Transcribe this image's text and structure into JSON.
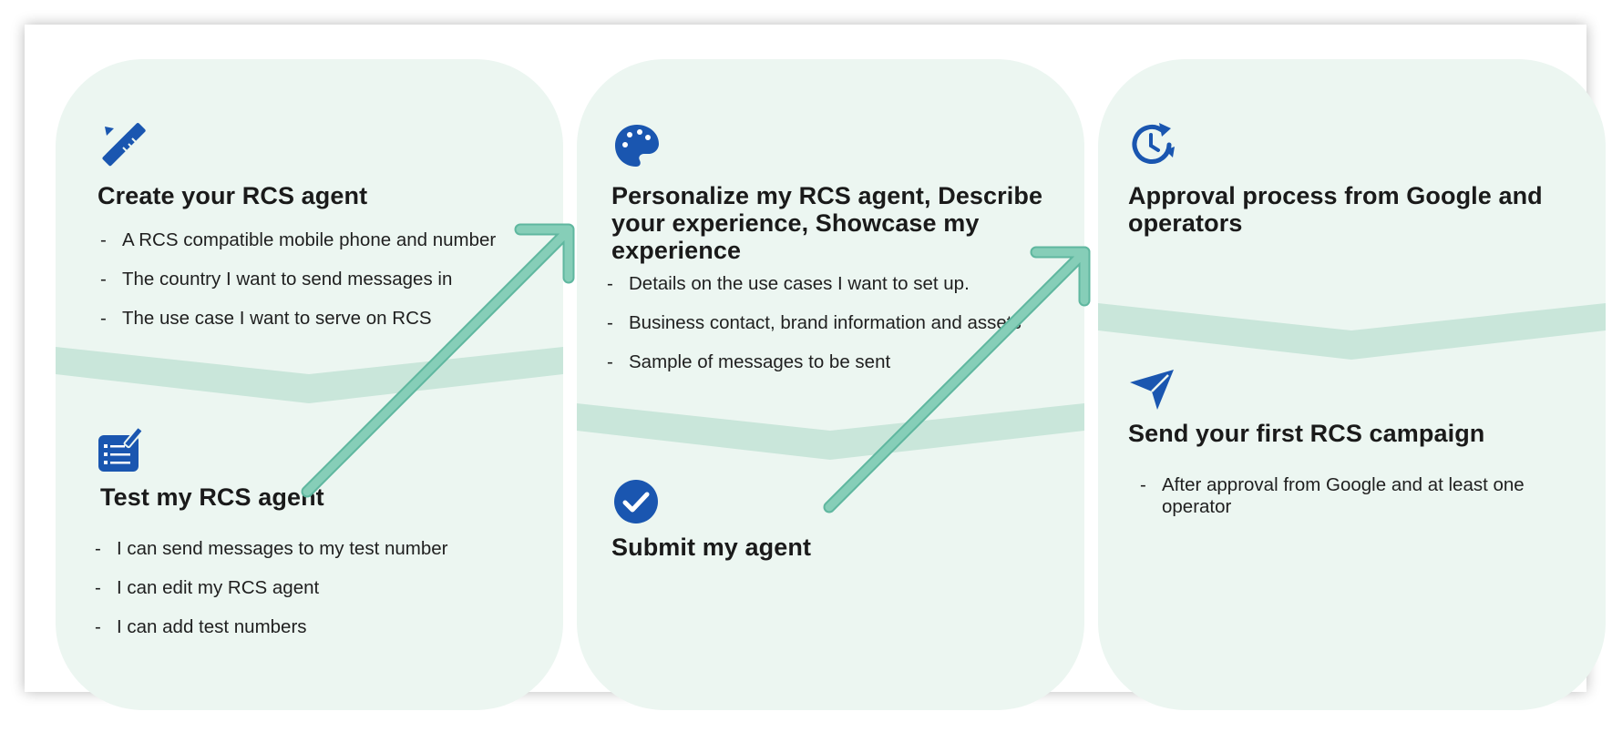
{
  "colors": {
    "panel": "#ecf6f1",
    "band": "#c9e6da",
    "icon": "#1a56b0",
    "arrow": "#86ceb8",
    "arrow_edge": "#5fb79f"
  },
  "steps": [
    {
      "icon": "ruler-pencil-icon",
      "title": "Create your RCS agent",
      "items": [
        "A RCS compatible mobile phone and number",
        "The country I want to send messages in",
        "The use case I want to serve on RCS"
      ]
    },
    {
      "icon": "checklist-edit-icon",
      "title": "Test my RCS agent",
      "items": [
        "I can send messages to my test number",
        "I can edit my RCS agent",
        "I can add test numbers"
      ]
    },
    {
      "icon": "palette-icon",
      "title": "Personalize my RCS agent, Describe your experience, Showcase my experience",
      "items": [
        "Details on the use cases I want to set up.",
        "Business contact, brand information and assets",
        "Sample of messages to be sent"
      ]
    },
    {
      "icon": "check-circle-icon",
      "title": "Submit my agent",
      "items": []
    },
    {
      "icon": "clock-refresh-icon",
      "title": "Approval process from Google and operators",
      "items": []
    },
    {
      "icon": "send-icon",
      "title": "Send your first RCS campaign",
      "items": [
        "After approval from Google and at least one operator"
      ]
    }
  ]
}
